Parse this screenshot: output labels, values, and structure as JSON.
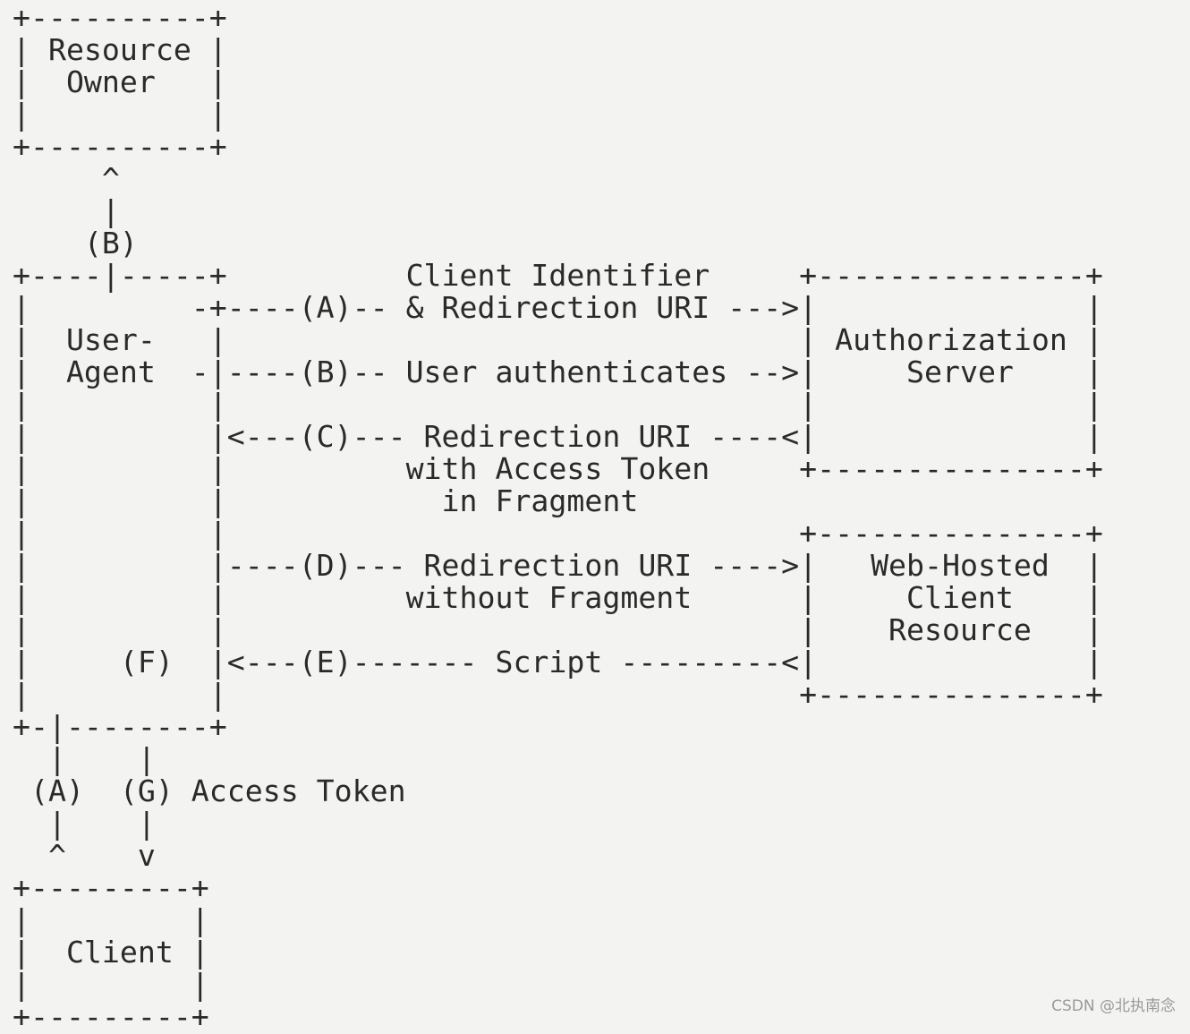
{
  "diagram": {
    "lines": [
      "+----------+",
      "| Resource |",
      "|  Owner   |",
      "|          |",
      "+----------+",
      "     ^",
      "     |",
      "    (B)",
      "+----|-----+          Client Identifier     +---------------+",
      "|         -+----(A)-- & Redirection URI --->|               |",
      "|  User-   |                                | Authorization |",
      "|  Agent  -|----(B)-- User authenticates -->|     Server    |",
      "|          |                                |               |",
      "|          |<---(C)--- Redirection URI ----<|               |",
      "|          |          with Access Token     +---------------+",
      "|          |            in Fragment",
      "|          |                                +---------------+",
      "|          |----(D)--- Redirection URI ---->|   Web-Hosted  |",
      "|          |          without Fragment      |     Client    |",
      "|          |                                |    Resource   |",
      "|     (F)  |<---(E)------- Script ---------<|               |",
      "|          |                                +---------------+",
      "+-|--------+",
      "  |    |",
      " (A)  (G) Access Token",
      "  |    |",
      "  ^    v",
      "+---------+",
      "|         |",
      "|  Client |",
      "|         |",
      "+---------+"
    ]
  },
  "watermark": "CSDN @北执南念"
}
